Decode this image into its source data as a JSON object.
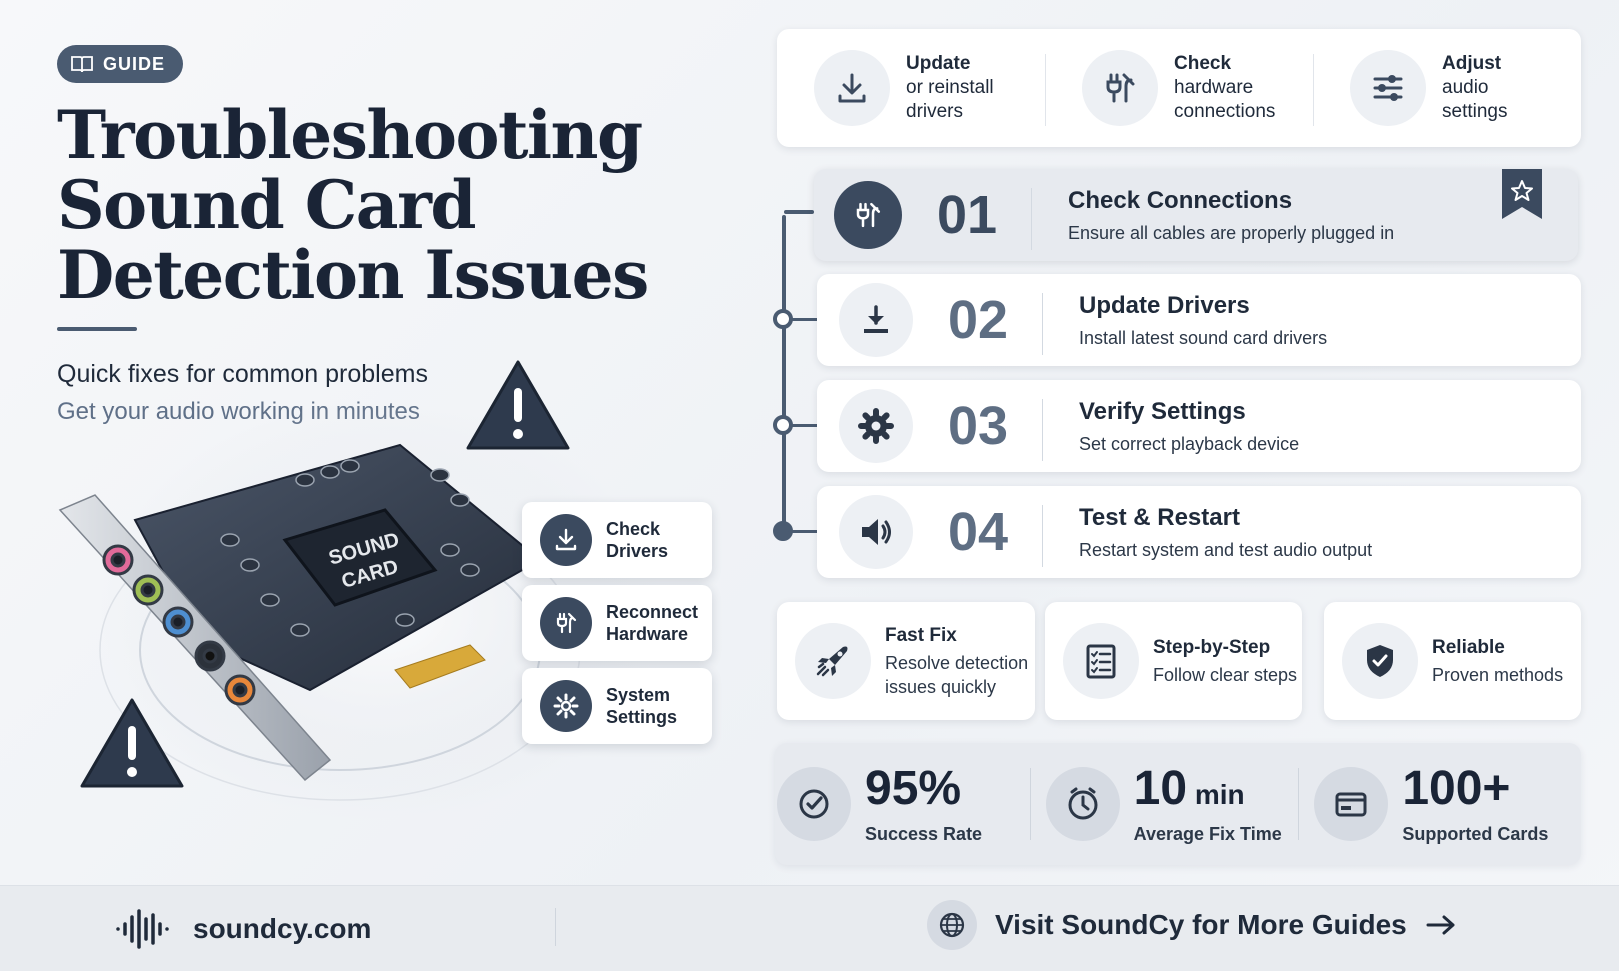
{
  "badge": {
    "label": "GUIDE",
    "icon": "book-icon"
  },
  "title": {
    "line1": "Troubleshooting",
    "line2": "Sound Card",
    "line3": "Detection Issues"
  },
  "subtitle": {
    "primary": "Quick fixes for common problems",
    "secondary": "Get your audio working in minutes"
  },
  "illustration": {
    "chip_label_1": "SOUND",
    "chip_label_2": "CARD"
  },
  "quick_actions": [
    {
      "label": "Check Drivers",
      "icon": "download-icon"
    },
    {
      "label": "Reconnect Hardware",
      "icon": "plug-icon"
    },
    {
      "label": "System Settings",
      "icon": "gear-icon"
    }
  ],
  "top_tips": [
    {
      "bold": "Update",
      "rest": "or reinstall drivers",
      "icon": "download-icon"
    },
    {
      "bold": "Check",
      "rest": "hardware connections",
      "icon": "plug-icon"
    },
    {
      "bold": "Adjust",
      "rest": "audio settings",
      "icon": "sliders-icon"
    }
  ],
  "steps": [
    {
      "num": "01",
      "title": "Check Connections",
      "desc": "Ensure all cables are properly plugged in",
      "icon": "plug-icon",
      "active": true
    },
    {
      "num": "02",
      "title": "Update Drivers",
      "desc": "Install latest sound card drivers",
      "icon": "download-icon"
    },
    {
      "num": "03",
      "title": "Verify Settings",
      "desc": "Set correct playback device",
      "icon": "gear-icon"
    },
    {
      "num": "04",
      "title": "Test & Restart",
      "desc": "Restart system and test audio output",
      "icon": "speaker-icon"
    }
  ],
  "features": [
    {
      "title": "Fast Fix",
      "desc": "Resolve detection issues quickly",
      "icon": "rocket-icon"
    },
    {
      "title": "Step-by-Step",
      "desc": "Follow clear steps",
      "icon": "checklist-icon"
    },
    {
      "title": "Reliable",
      "desc": "Proven methods",
      "icon": "shield-check-icon"
    }
  ],
  "stats": [
    {
      "value": "95%",
      "unit": "",
      "caption": "Success Rate",
      "icon": "check-badge-icon"
    },
    {
      "value": "10",
      "unit": " min",
      "caption": "Average Fix Time",
      "icon": "clock-icon"
    },
    {
      "value": "100+",
      "unit": "",
      "caption": "Supported Cards",
      "icon": "card-icon"
    }
  ],
  "footer": {
    "site": "soundcy.com",
    "cta": "Visit SoundCy for More Guides",
    "cta_icon": "globe-icon"
  },
  "colors": {
    "accent": "#3b4a5f",
    "title": "#1a2436",
    "muted": "#5f7088"
  }
}
